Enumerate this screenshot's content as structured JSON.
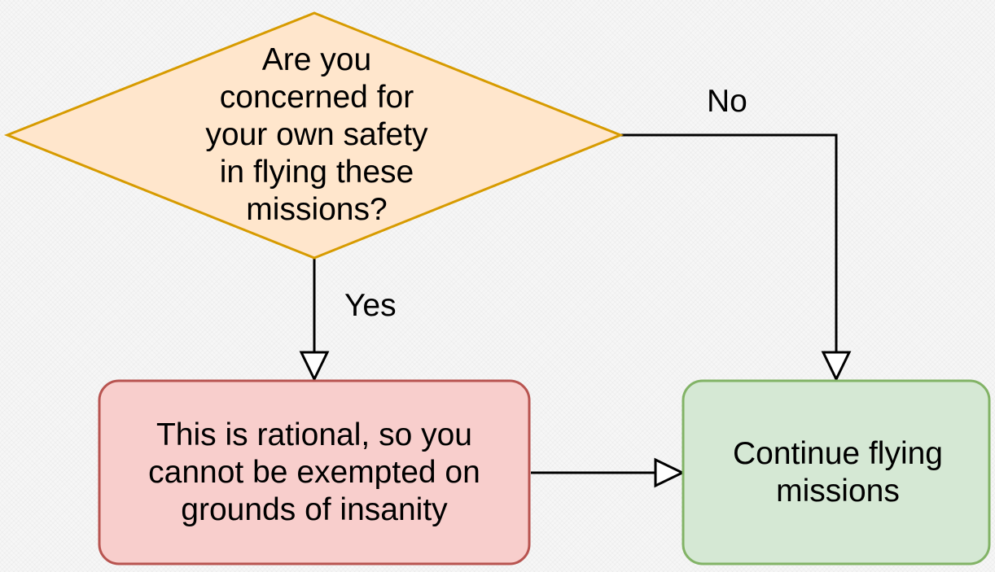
{
  "nodes": {
    "decision": {
      "text": "Are you\nconcerned for\nyour own safety\nin flying these\nmissions?",
      "fill": "#ffe6cc",
      "stroke": "#d79b00"
    },
    "rational": {
      "text": "This is rational, so you\ncannot be exempted on\ngrounds of insanity",
      "fill": "#f8cecc",
      "stroke": "#b85450"
    },
    "continue": {
      "text": "Continue flying\nmissions",
      "fill": "#d5e8d4",
      "stroke": "#82b366"
    }
  },
  "edges": {
    "yes": {
      "label": "Yes"
    },
    "no": {
      "label": "No"
    }
  },
  "colors": {
    "edge_stroke": "#000000"
  }
}
